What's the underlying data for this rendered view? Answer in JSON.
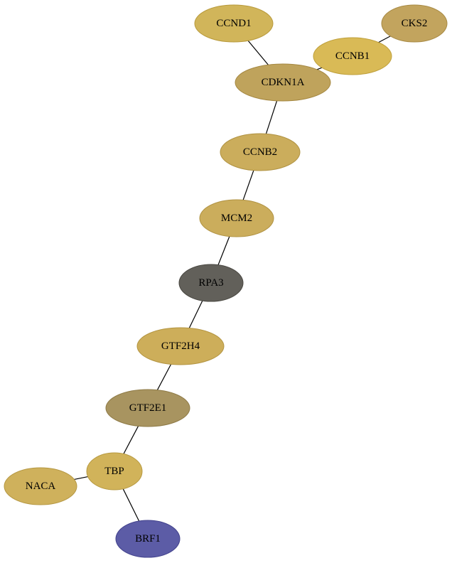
{
  "nodes": [
    {
      "id": "CCND1",
      "label": "CCND1",
      "fill": "#d1b55a",
      "stroke": "#b89a3c"
    },
    {
      "id": "CKS2",
      "label": "CKS2",
      "fill": "#c2a45e",
      "stroke": "#a88a44"
    },
    {
      "id": "CCNB1",
      "label": "CCNB1",
      "fill": "#d9ba56",
      "stroke": "#bfa03c"
    },
    {
      "id": "CDKN1A",
      "label": "CDKN1A",
      "fill": "#bfa35c",
      "stroke": "#a58842"
    },
    {
      "id": "CCNB2",
      "label": "CCNB2",
      "fill": "#cbad5c",
      "stroke": "#b09242"
    },
    {
      "id": "MCM2",
      "label": "MCM2",
      "fill": "#cbad5c",
      "stroke": "#b09242"
    },
    {
      "id": "RPA3",
      "label": "RPA3",
      "fill": "#62605a",
      "stroke": "#4a4842"
    },
    {
      "id": "GTF2H4",
      "label": "GTF2H4",
      "fill": "#cdae5a",
      "stroke": "#b39440"
    },
    {
      "id": "GTF2E1",
      "label": "GTF2E1",
      "fill": "#a89460",
      "stroke": "#8e7a46"
    },
    {
      "id": "TBP",
      "label": "TBP",
      "fill": "#d1b35a",
      "stroke": "#b79940"
    },
    {
      "id": "NACA",
      "label": "NACA",
      "fill": "#cfb15c",
      "stroke": "#b59742"
    },
    {
      "id": "BRF1",
      "label": "BRF1",
      "fill": "#5c5ca6",
      "stroke": "#42428c"
    }
  ],
  "edges": [
    {
      "source": "CCND1",
      "target": "CDKN1A"
    },
    {
      "source": "CKS2",
      "target": "CCNB1"
    },
    {
      "source": "CCNB1",
      "target": "CDKN1A"
    },
    {
      "source": "CDKN1A",
      "target": "CCNB2"
    },
    {
      "source": "CCNB2",
      "target": "MCM2"
    },
    {
      "source": "MCM2",
      "target": "RPA3"
    },
    {
      "source": "RPA3",
      "target": "GTF2H4"
    },
    {
      "source": "GTF2H4",
      "target": "GTF2E1"
    },
    {
      "source": "GTF2E1",
      "target": "TBP"
    },
    {
      "source": "TBP",
      "target": "NACA"
    },
    {
      "source": "TBP",
      "target": "BRF1"
    }
  ]
}
